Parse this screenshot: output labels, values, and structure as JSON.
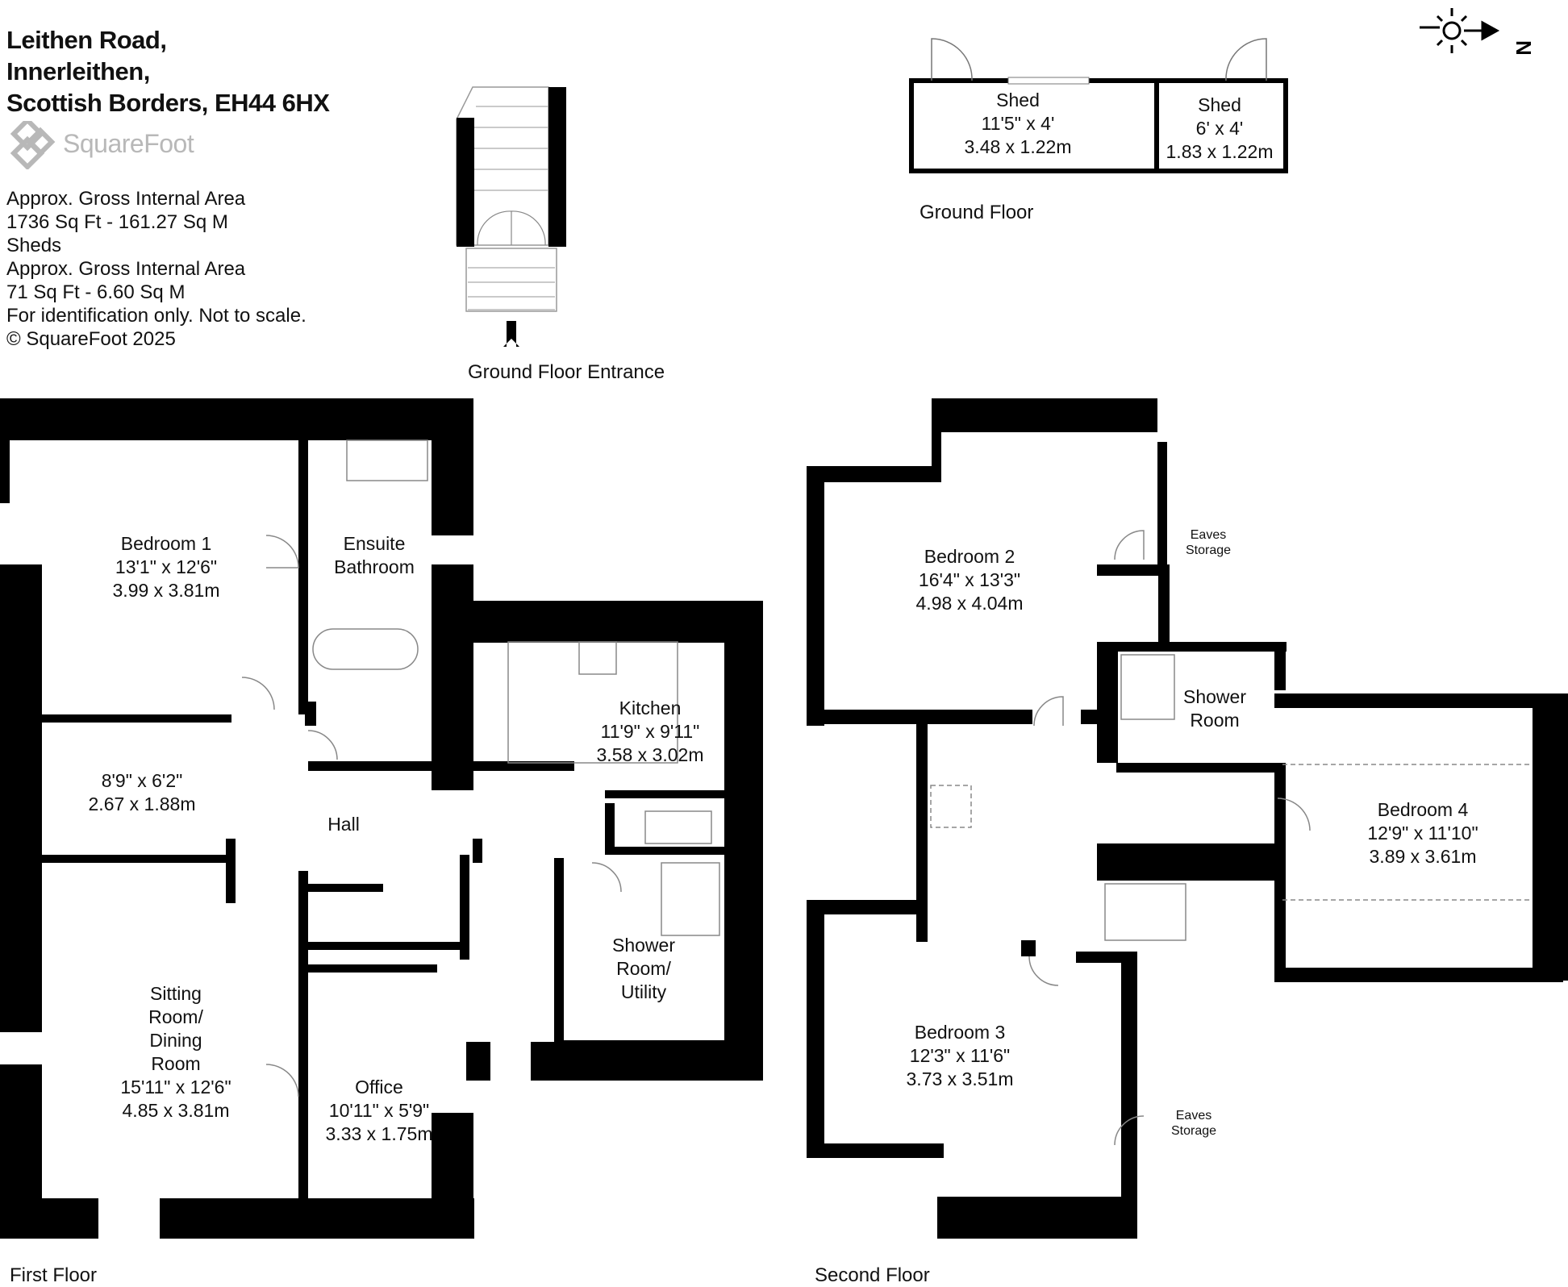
{
  "header": {
    "address_lines": [
      "Leithen Road,",
      "Innerleithen,",
      "Scottish Borders, EH44 6HX"
    ],
    "logo_text": "SquareFoot",
    "info_lines": [
      "Approx. Gross Internal Area",
      "1736 Sq Ft  -  161.27 Sq M",
      "Sheds",
      "Approx. Gross Internal Area",
      "71 Sq Ft  -  6.60 Sq M",
      "For identification only. Not to scale.",
      "© SquareFoot 2025"
    ]
  },
  "compass": {
    "label": "N",
    "icon": "sun-compass-icon"
  },
  "floors": {
    "ground_entrance": "Ground Floor Entrance",
    "ground": "Ground Floor",
    "first": "First Floor",
    "second": "Second Floor"
  },
  "rooms": {
    "shed_large": {
      "name": "Shed",
      "imperial": "11'5\" x 4'",
      "metric": "3.48 x 1.22m"
    },
    "shed_small": {
      "name": "Shed",
      "imperial": "6' x 4'",
      "metric": "1.83 x 1.22m"
    },
    "bedroom1": {
      "name": "Bedroom 1",
      "imperial": "13'1\" x 12'6\"",
      "metric": "3.99 x 3.81m"
    },
    "ensuite": {
      "name_line1": "Ensuite",
      "name_line2": "Bathroom"
    },
    "kitchen": {
      "name": "Kitchen",
      "imperial": "11'9\" x 9'11\"",
      "metric": "3.58 x 3.02m"
    },
    "hall_area": {
      "imperial": "8'9\" x 6'2\"",
      "metric": "2.67 x 1.88m"
    },
    "hall": {
      "name": "Hall"
    },
    "sitting": {
      "name_lines": [
        "Sitting",
        "Room/",
        "Dining",
        "Room"
      ],
      "imperial": "15'11\" x 12'6\"",
      "metric": "4.85 x 3.81m"
    },
    "office": {
      "name": "Office",
      "imperial": "10'11\" x 5'9\"",
      "metric": "3.33 x 1.75m"
    },
    "shower_utility": {
      "name_lines": [
        "Shower",
        "Room/",
        "Utility"
      ]
    },
    "bedroom2": {
      "name": "Bedroom 2",
      "imperial": "16'4\" x 13'3\"",
      "metric": "4.98 x 4.04m"
    },
    "shower_room": {
      "name_line1": "Shower",
      "name_line2": "Room"
    },
    "bedroom4": {
      "name": "Bedroom 4",
      "imperial": "12'9\" x 11'10\"",
      "metric": "3.89 x 3.61m"
    },
    "bedroom3": {
      "name": "Bedroom 3",
      "imperial": "12'3\" x 11'6\"",
      "metric": "3.73 x 3.51m"
    },
    "eaves1": {
      "line1": "Eaves",
      "line2": "Storage"
    },
    "eaves2": {
      "line1": "Eaves",
      "line2": "Storage"
    }
  }
}
